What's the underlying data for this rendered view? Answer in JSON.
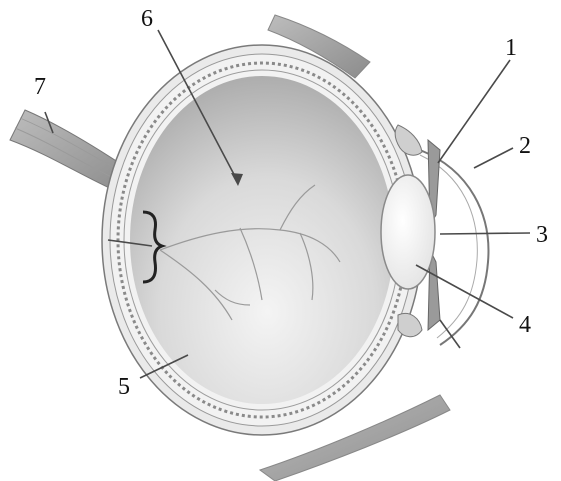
{
  "labels": [
    {
      "id": "label-1",
      "text": "1"
    },
    {
      "id": "label-2",
      "text": "2"
    },
    {
      "id": "label-3",
      "text": "3"
    },
    {
      "id": "label-4",
      "text": "4"
    },
    {
      "id": "label-5",
      "text": "5"
    },
    {
      "id": "label-6",
      "text": "6"
    },
    {
      "id": "label-7",
      "text": "7"
    }
  ]
}
